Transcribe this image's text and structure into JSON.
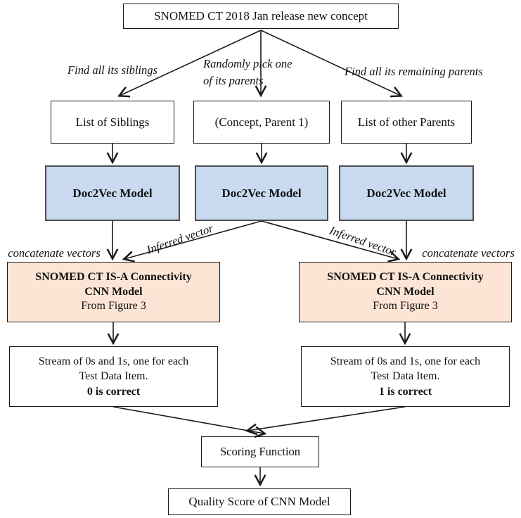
{
  "nodes": {
    "new_concept": "SNOMED CT 2018 Jan release new concept",
    "list_of_siblings": "List of Siblings",
    "concept_parent1": "(Concept, Parent 1)",
    "list_of_other_parents": "List of other Parents",
    "doc2vec_left": "Doc2Vec Model",
    "doc2vec_middle": "Doc2Vec Model",
    "doc2vec_right": "Doc2Vec Model",
    "cnn_left": {
      "line1": "SNOMED CT IS-A Connectivity",
      "line2": "CNN Model",
      "line3": "From Figure 3"
    },
    "cnn_right": {
      "line1": "SNOMED CT IS-A Connectivity",
      "line2": "CNN Model",
      "line3": "From Figure 3"
    },
    "stream_left": {
      "line1": "Stream of 0s and 1s, one for each",
      "line2": "Test Data Item.",
      "line3": "0 is correct"
    },
    "stream_right": {
      "line1": "Stream of 0s and 1s, one for each",
      "line2": "Test Data Item.",
      "line3": "1 is correct"
    },
    "scoring_function": "Scoring Function",
    "quality_score": "Quality Score of CNN Model"
  },
  "edge_labels": {
    "find_siblings": "Find all its siblings",
    "random_parent_line1": "Randomly pick one",
    "random_parent_line2": "of its parents",
    "find_remaining_parents": "Find all its remaining parents",
    "concatenate_left": "concatenate vectors",
    "inferred_left": "Inferred vector",
    "inferred_right": "Inferred vector",
    "concatenate_right": "concatenate vectors"
  },
  "colors": {
    "doc2vec_fill": "#c9daf0",
    "doc2vec_border": "#4d4d4d",
    "cnn_fill": "#fce5d5",
    "box_border": "#1a1a1a",
    "background": "#ffffff"
  }
}
